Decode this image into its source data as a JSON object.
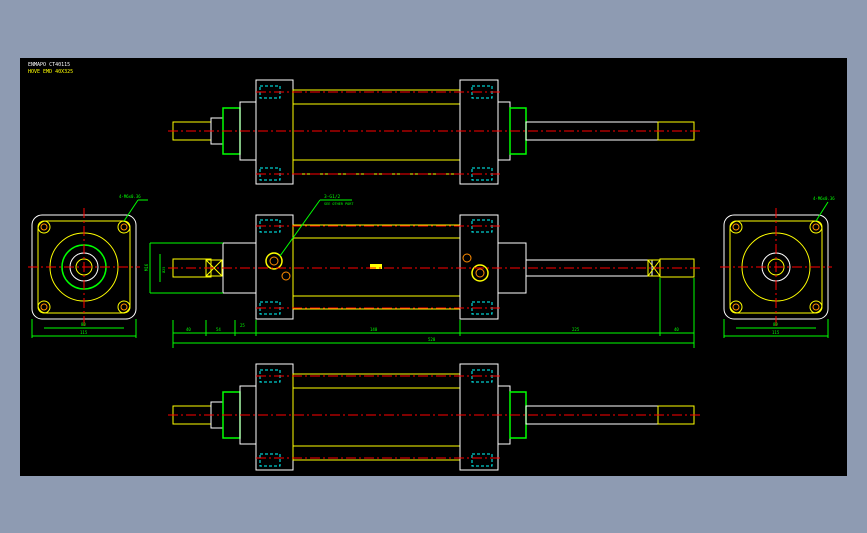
{
  "header": {
    "line1": "ENMAPO CT40115",
    "line2": "HOVE EMD 40X325"
  },
  "annotations": {
    "hole_left": "4-M6x0.36",
    "hole_right": "4-M6x0.36",
    "port_note": "3-G1/2",
    "port_note2": "SEE OTHER PORT"
  },
  "dimensions": {
    "left_square": "80",
    "left_total": "115",
    "right_square": "89",
    "right_total": "115",
    "bore_height": "M16",
    "rod_dia": "Ø25",
    "seg1": "40",
    "seg2": "54",
    "seg3": "25",
    "seg4": "140",
    "seg5": "225",
    "seg6": "40",
    "overall": "520"
  },
  "colors": {
    "background": "#000000",
    "frame": "#8e9bb2",
    "outline": "#ffffff",
    "body": "#ffff00",
    "center": "#ff0000",
    "dim": "#00ff00",
    "hole": "#00ffff",
    "accent": "#ff8c00"
  }
}
